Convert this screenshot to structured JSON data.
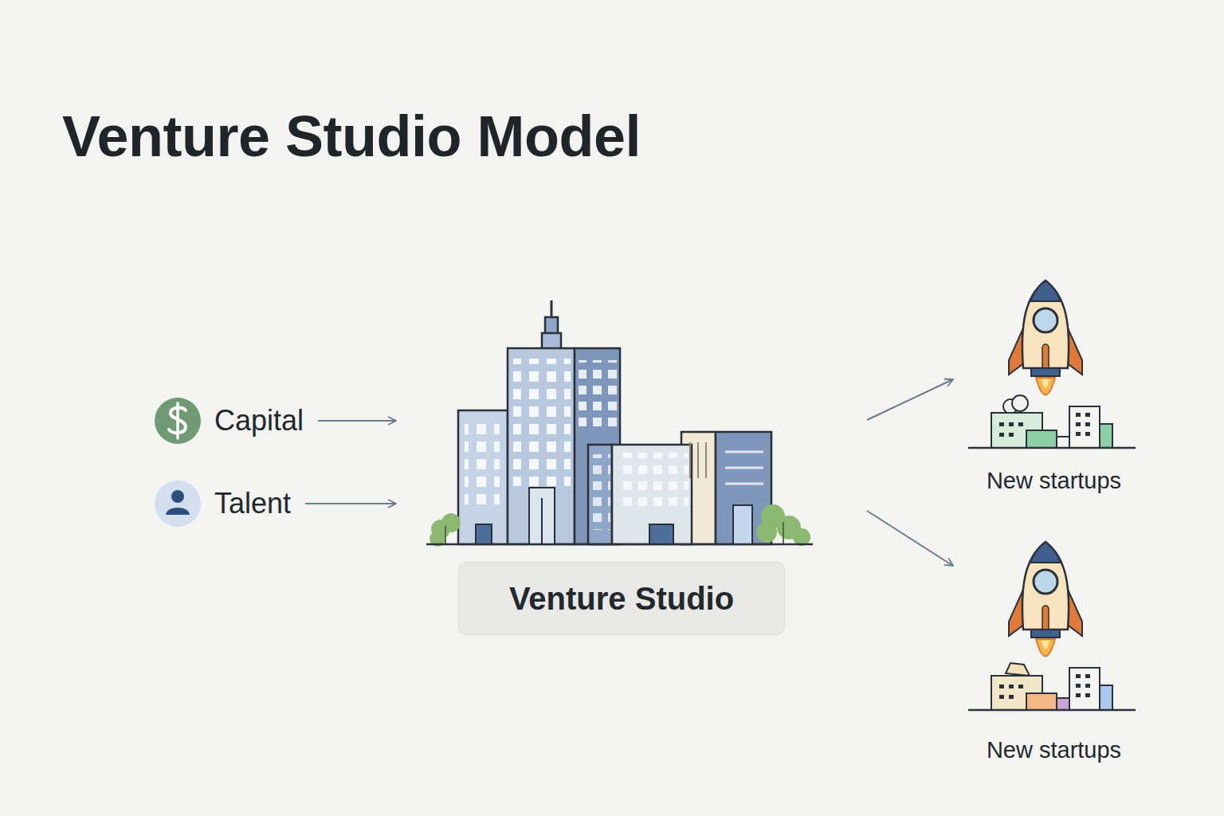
{
  "diagram": {
    "title": "Venture Studio Model",
    "nodes": [
      {
        "text": [
          "Capital"
        ]
      },
      {
        "text": [
          "Talent"
        ]
      },
      {
        "text": [
          "Venture Studio"
        ]
      },
      {
        "text": [
          "New startups"
        ]
      },
      {
        "text": [
          "New startups"
        ]
      }
    ],
    "edges": [
      {
        "from": 0,
        "to": 2,
        "arrow": "to"
      },
      {
        "from": 1,
        "to": 2,
        "arrow": "to"
      },
      {
        "from": 2,
        "to": 3,
        "arrow": "to"
      },
      {
        "from": 2,
        "to": 4,
        "arrow": "to"
      }
    ]
  }
}
